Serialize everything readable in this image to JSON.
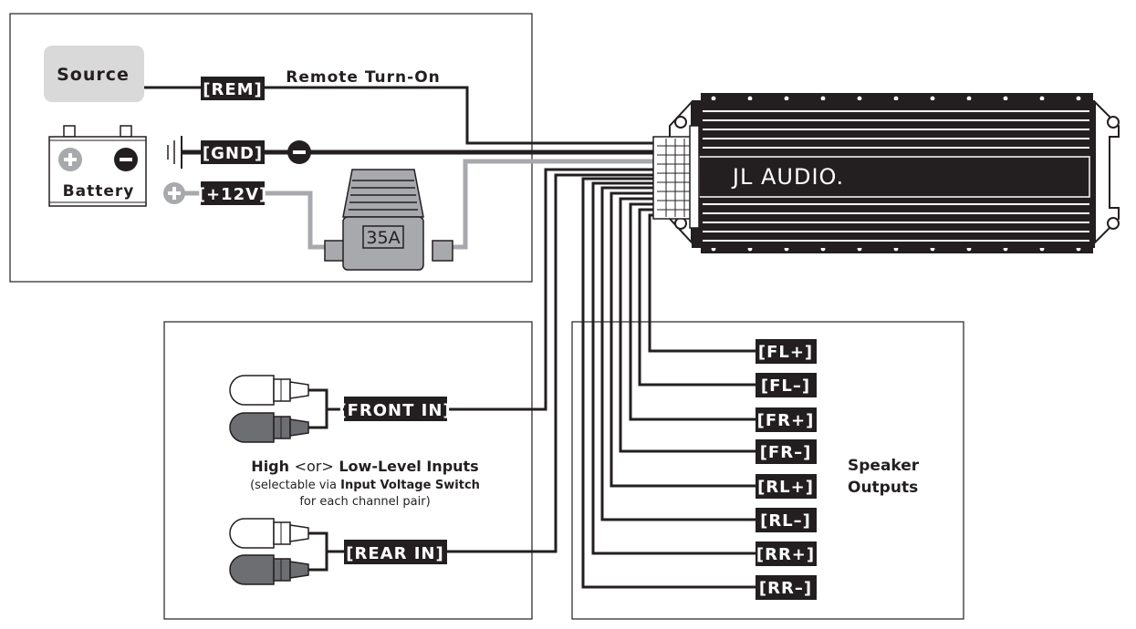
{
  "power_panel": {
    "source_label": "Source",
    "battery_label": "Battery",
    "remote_caption": "Remote Turn-On",
    "fuse_label": "35A",
    "tags": {
      "rem": "[REM]",
      "gnd": "[GND]",
      "plus12v": "[+12V]"
    }
  },
  "amplifier": {
    "brand": "JL AUDIO."
  },
  "inputs_panel": {
    "front_in": "[FRONT IN]",
    "rear_in": "[REAR IN]",
    "heading": {
      "part1": "High ",
      "part2": "<or>",
      "part3": " Low-Level Inputs"
    },
    "note": {
      "line1_a": "(selectable via ",
      "line1_b": "Input Voltage Switch",
      "line2": "for each channel pair)"
    }
  },
  "outputs_panel": {
    "caption_line1": "Speaker",
    "caption_line2": "Outputs",
    "tags": [
      "[FL+]",
      "[FL–]",
      "[FR+]",
      "[FR–]",
      "[RL+]",
      "[RL–]",
      "[RR+]",
      "[RR–]"
    ]
  },
  "colors": {
    "ink": "#231f20",
    "wire_gray": "#a7a9ac",
    "source_fill": "#d9d9d9"
  }
}
